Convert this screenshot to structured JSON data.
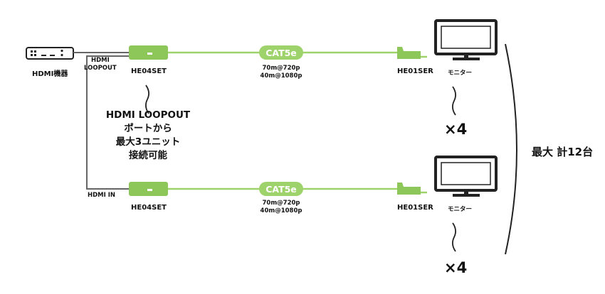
{
  "source": {
    "label": "HDMI機器"
  },
  "ports": {
    "loopout": [
      "HDMI",
      "LOOPOUT"
    ],
    "in": "HDMI IN"
  },
  "transmitter": {
    "label": "HE04SET"
  },
  "cable": {
    "label": "CAT5e",
    "spec1": "70m@720p",
    "spec2": "40m@1080p"
  },
  "receiver": {
    "label": "HE01SER"
  },
  "monitor": {
    "label": "モニター"
  },
  "note": {
    "lines": [
      "HDMI LOOPOUT",
      "ポートから",
      "最大3ユニット",
      "接続可能"
    ]
  },
  "multiplier": "×4",
  "total": "最大 計12台",
  "colors": {
    "cable": "#9ed26a",
    "unit": "#8dc659",
    "wire": "#666666",
    "dark": "#222222"
  }
}
